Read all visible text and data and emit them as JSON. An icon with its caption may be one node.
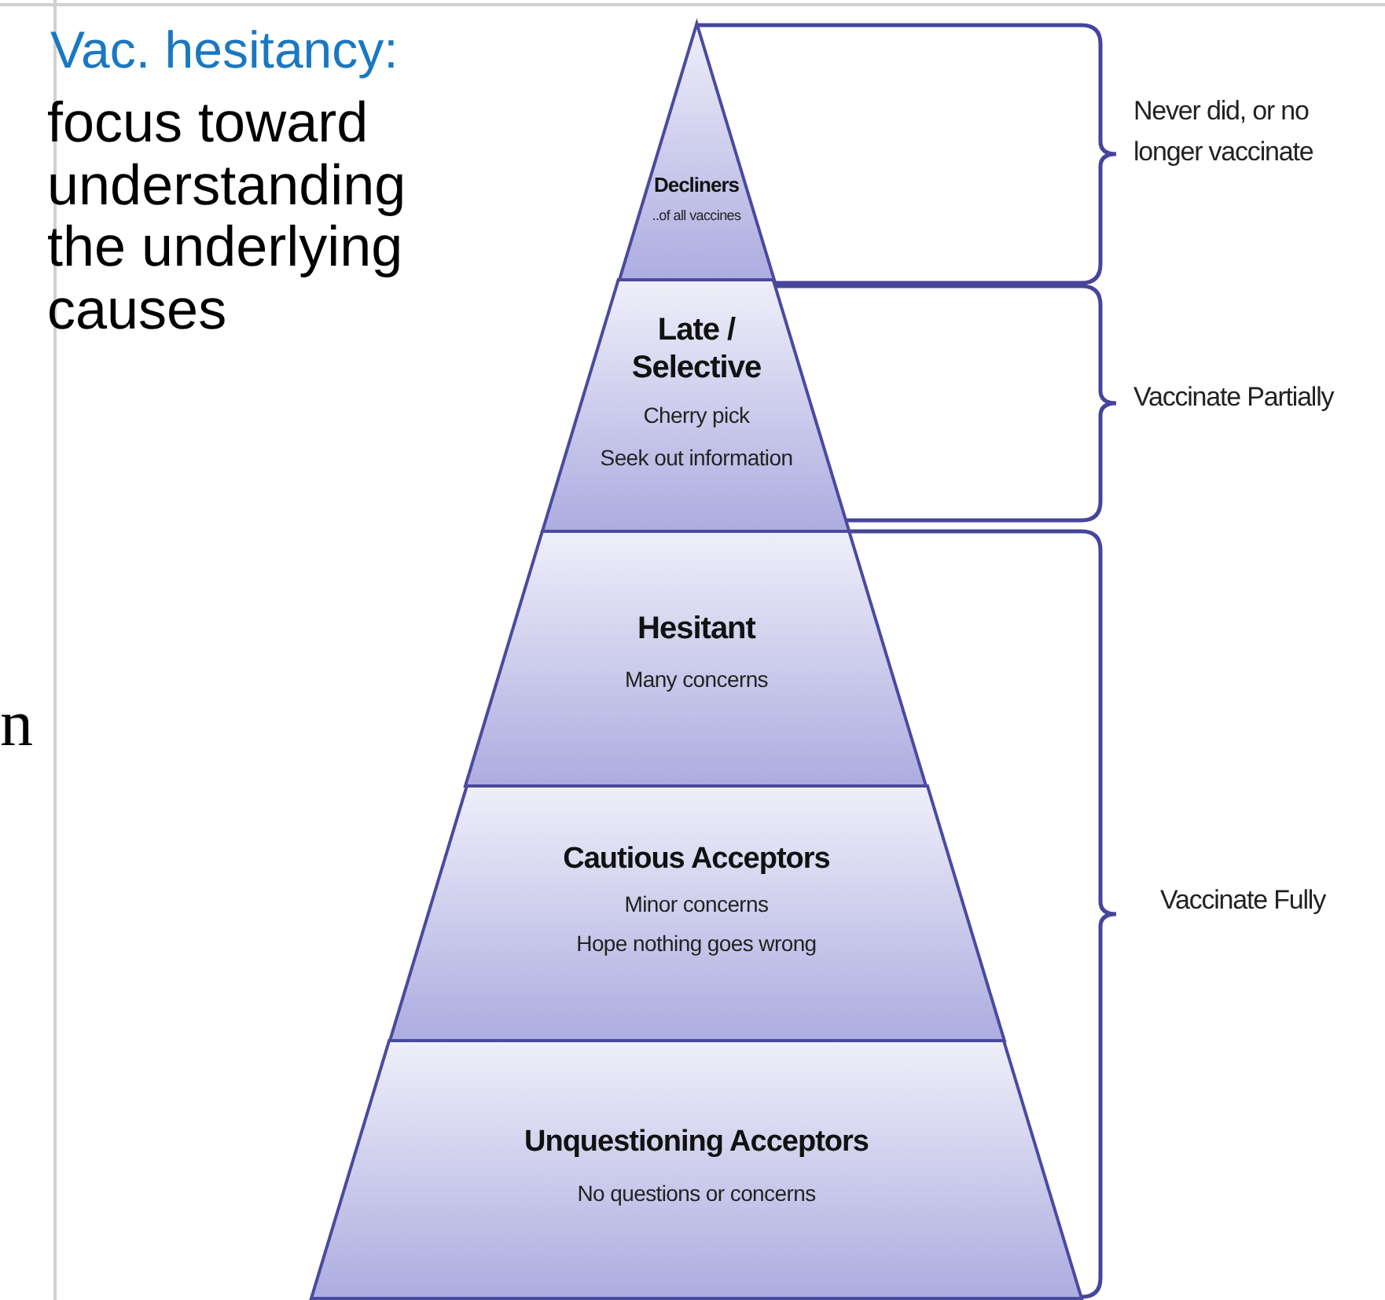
{
  "diagram": {
    "nodes": [
      {
        "text": [
          "Decliners",
          "..of all vaccines"
        ]
      },
      {
        "text": [
          "Late / Selective",
          "Cherry pick",
          "Seek out information"
        ]
      },
      {
        "text": [
          "Hesitant",
          "Many concerns"
        ]
      },
      {
        "text": [
          "Cautious Acceptors",
          "Minor concerns",
          "Hope nothing goes wrong"
        ]
      },
      {
        "text": [
          "Unquestioning Acceptors",
          "No questions or concerns"
        ]
      }
    ],
    "labels": [
      "Vac. hesitancy:",
      "focus toward understanding the underlying causes",
      "n",
      "Never did, or no longer vaccinate",
      "Vaccinate Partially",
      "Vaccinate Fully"
    ]
  }
}
